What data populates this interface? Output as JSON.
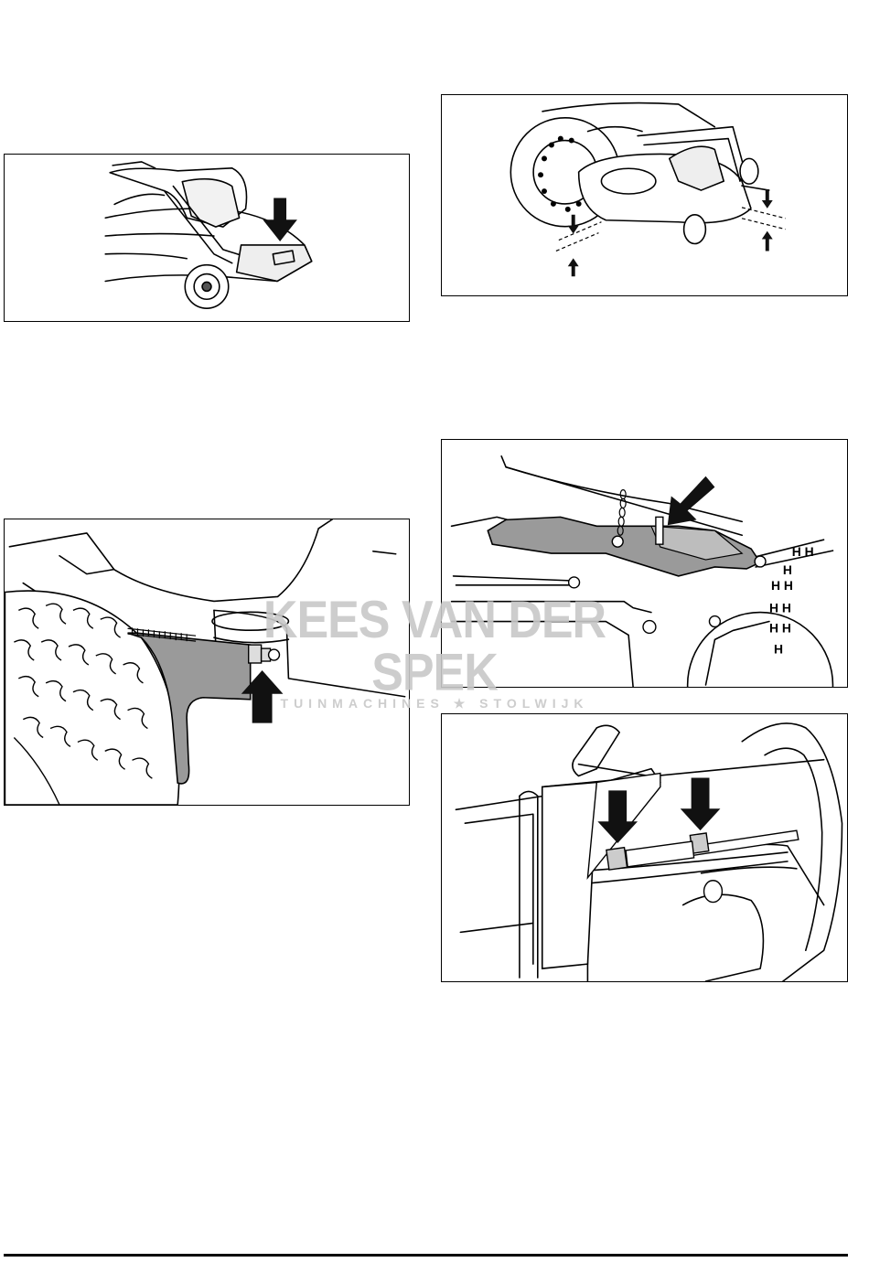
{
  "watermark": {
    "brand": "KEES VAN DER SPEK",
    "tagline": "TUINMACHINES ★ STOLWIJK"
  },
  "figures": [
    {
      "id": "deck-pedal",
      "arrow_icons": [
        "arrow-down-icon"
      ]
    },
    {
      "id": "deck-height-check",
      "arrow_icons": [
        "arrow-down-icon",
        "arrow-up-icon",
        "arrow-down-icon",
        "arrow-up-icon"
      ]
    },
    {
      "id": "chain-bolt",
      "arrow_icons": [
        "arrow-down-left-icon"
      ]
    },
    {
      "id": "wheel-bracket-nut",
      "arrow_icons": [
        "arrow-up-icon"
      ]
    },
    {
      "id": "rod-nuts",
      "arrow_icons": [
        "arrow-down-icon",
        "arrow-down-icon"
      ]
    }
  ]
}
